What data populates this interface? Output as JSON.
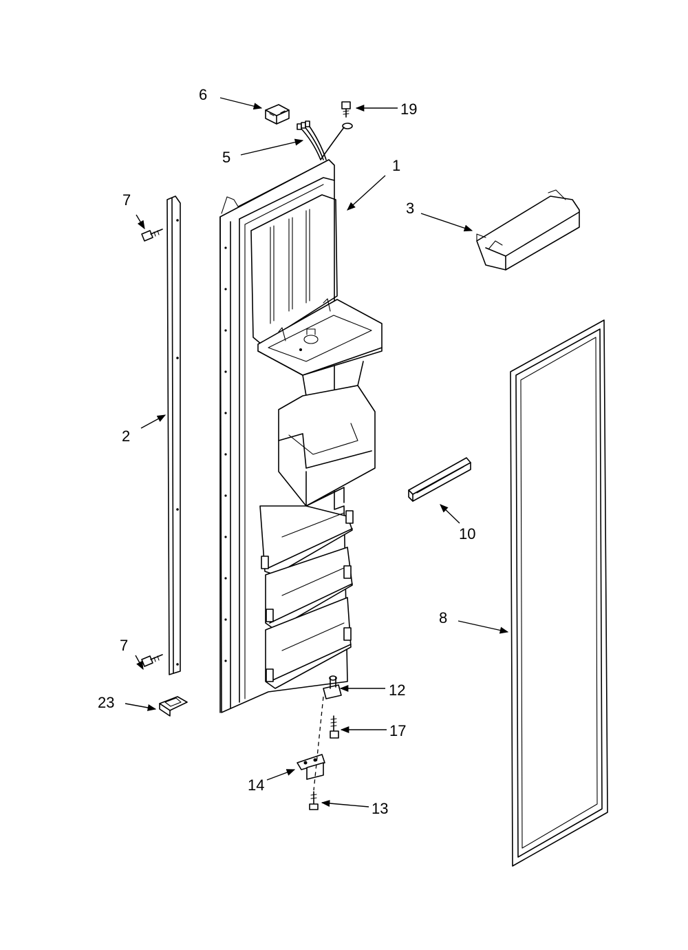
{
  "callouts": {
    "c1": "1",
    "c2": "2",
    "c3": "3",
    "c5": "5",
    "c6": "6",
    "c7a": "7",
    "c7b": "7",
    "c8": "8",
    "c10": "10",
    "c12": "12",
    "c13": "13",
    "c14": "14",
    "c17": "17",
    "c19": "19",
    "c23": "23"
  }
}
